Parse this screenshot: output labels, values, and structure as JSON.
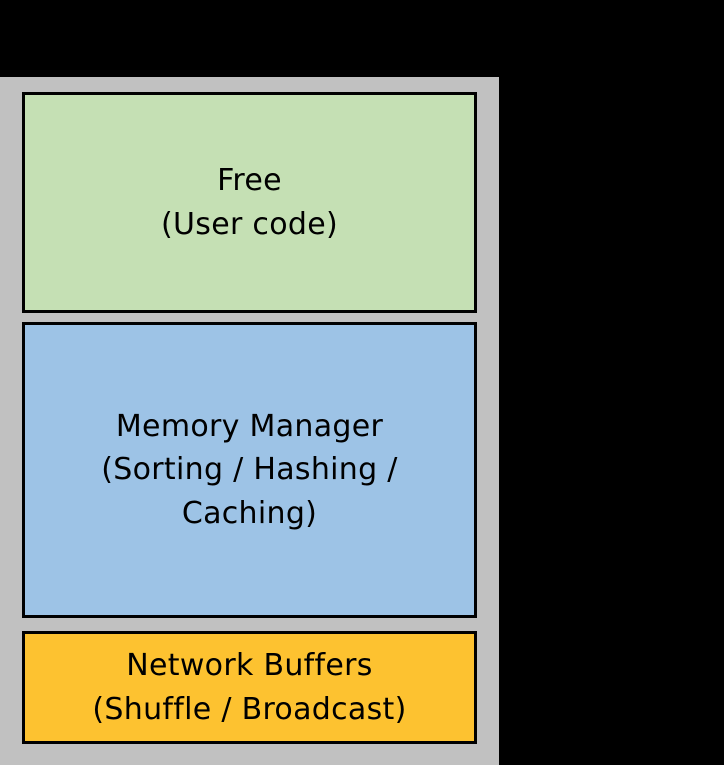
{
  "figure": {
    "type": "memory-layout-diagram",
    "background_color": "#000000",
    "slide_background_color": "#c1c1c1",
    "border_color": "#000000",
    "text_color": "#000000",
    "boxes": [
      {
        "name": "free",
        "fill_color": "#c5e0b4",
        "lines": [
          "Free",
          "(User code)"
        ]
      },
      {
        "name": "memory-manager",
        "fill_color": "#9dc3e6",
        "lines": [
          "Memory Manager",
          "(Sorting / Hashing /",
          "Caching)"
        ]
      },
      {
        "name": "network-buffers",
        "fill_color": "#fdc230",
        "lines": [
          "Network Buffers",
          "(Shuffle / Broadcast)"
        ]
      }
    ]
  }
}
